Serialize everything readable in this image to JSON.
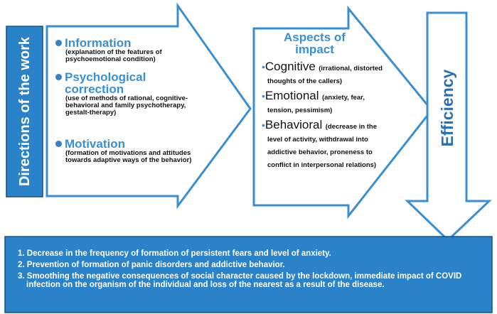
{
  "directions": {
    "title": "Directions of the work",
    "items": [
      {
        "heading": "Information",
        "description": "(explanation of the features of psychoemotional condition)"
      },
      {
        "heading": "Psychological correction",
        "description": "(use of methods of rational, cognitive-behavioral and family psychotherapy, gestalt-therapy)"
      },
      {
        "heading": "Motivation",
        "description": "(formation of motivations and attitudes towards adaptive ways of the behavior)"
      }
    ]
  },
  "aspects": {
    "title": "Aspects of impact",
    "items": [
      {
        "name": "Cognitive",
        "description": "(irrational, distorted thoughts of the callers)"
      },
      {
        "name": "Emotional",
        "description": "(anxiety, fear, tension, pessimism)"
      },
      {
        "name": "Behavioral",
        "description": "(decrease in the level of activity, withdrawal into addictive behavior, proneness to conflict in interpersonal relations)"
      }
    ]
  },
  "efficiency": {
    "title": "Efficiency"
  },
  "results": [
    "1. Decrease in the frequency of formation of persistent fears and level of anxiety.",
    "2. Prevention of formation of panic disorders and addictive behavior.",
    "3. Smoothing the negative consequences of social character caused  by the lockdown, immediate impact of COVID infection on the organism of the individual and loss of the nearest as a result of the disease."
  ],
  "colors": {
    "accent": "#3a8fd3",
    "box_fill": "#2a82c8",
    "box_border": "#1d4f7a"
  }
}
